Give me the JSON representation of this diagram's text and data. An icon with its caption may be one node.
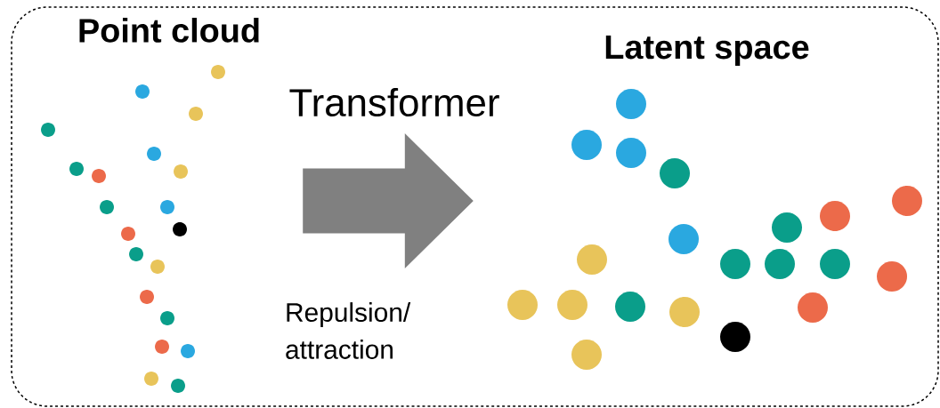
{
  "diagram": {
    "nodes": [
      {
        "text": [],
        "shape": "box"
      },
      {
        "text": [
          "Point cloud"
        ],
        "in": 0
      },
      {
        "text": [
          "Latent space"
        ],
        "in": 0
      }
    ],
    "edges": [
      {
        "from": 1,
        "to": 2,
        "arrow": "to",
        "label": "Transformer"
      }
    ],
    "labels": [
      "Repulsion/ attraction"
    ]
  }
}
